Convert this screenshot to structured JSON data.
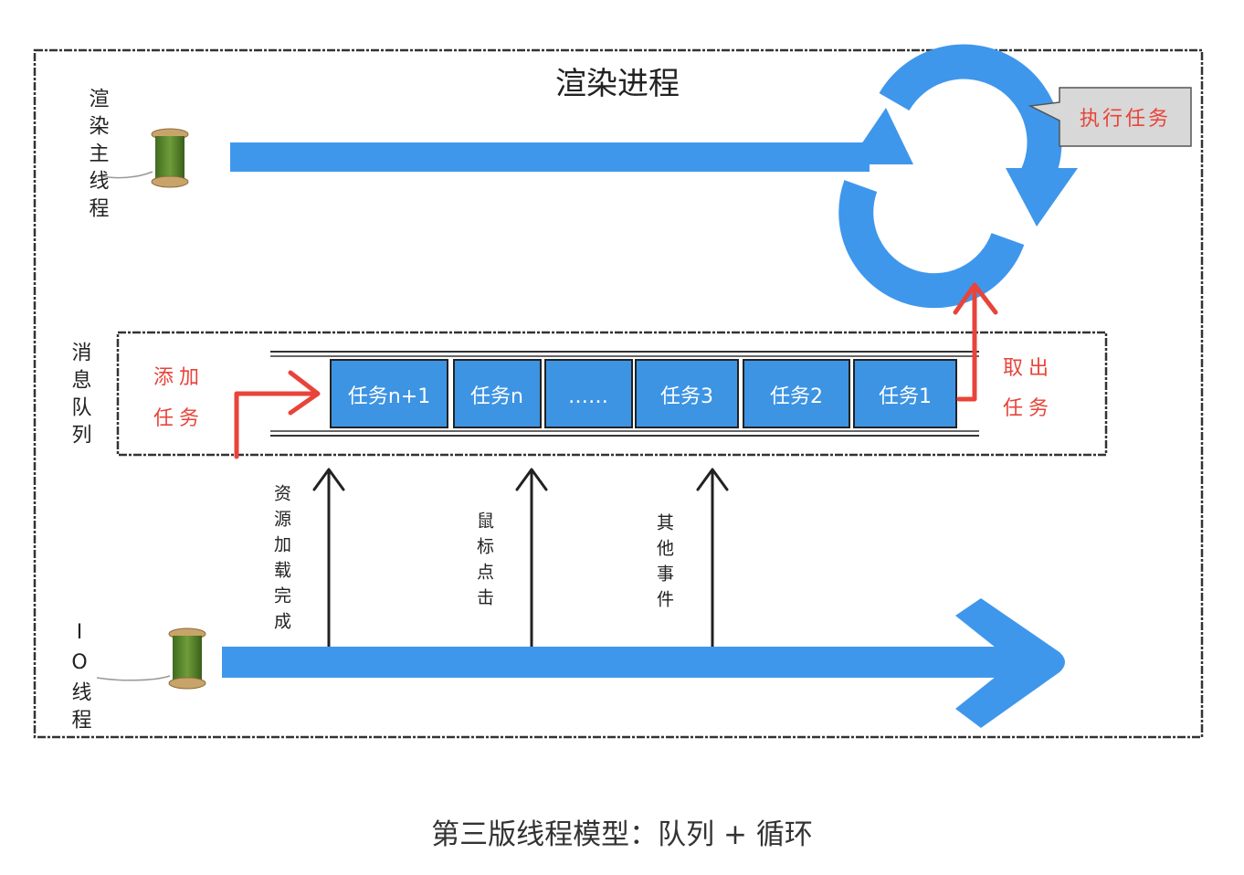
{
  "title": "渲染进程",
  "render_thread_label": "渲染主线程",
  "execute_task_label": "执行任务",
  "queue_label": "消息队列",
  "add_task_label": [
    "添加",
    "任务"
  ],
  "take_task_label": [
    "取出",
    "任务"
  ],
  "tasks": [
    "任务n+1",
    "任务n",
    "……",
    "任务3",
    "任务2",
    "任务1"
  ],
  "io_thread_label": "IO线程",
  "events": [
    "资源加载完成",
    "鼠标点击",
    "其他事件"
  ],
  "caption": "第三版线程模型：队列 + 循环",
  "colors": {
    "blue": "#3f97ec",
    "red": "#e8443a",
    "task_fill": "#3d94e3",
    "tooltip": "#d8d8d8"
  }
}
